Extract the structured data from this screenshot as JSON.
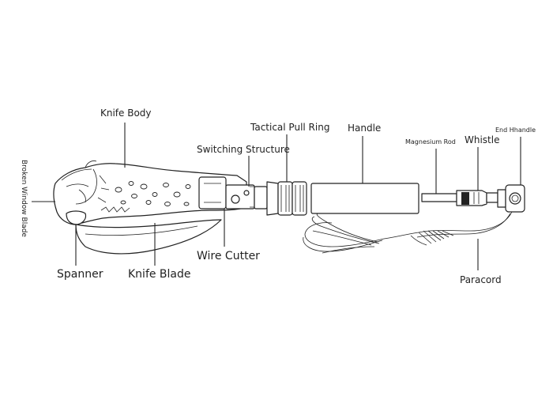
{
  "labels": {
    "broken_window_blade": "Broken Window Blade",
    "knife_body": "Knife Body",
    "tactical_pull_ring": "Tactical Pull Ring",
    "handle": "Handle",
    "switching_structure": "Switching Structure",
    "magnesium_rod": "Magnesium Rod",
    "whistle": "Whistle",
    "end_handle": "End Hhandle",
    "wire_cutter": "Wire Cutter",
    "spanner": "Spanner",
    "knife_blade": "Knife Blade",
    "paracord": "Paracord"
  }
}
